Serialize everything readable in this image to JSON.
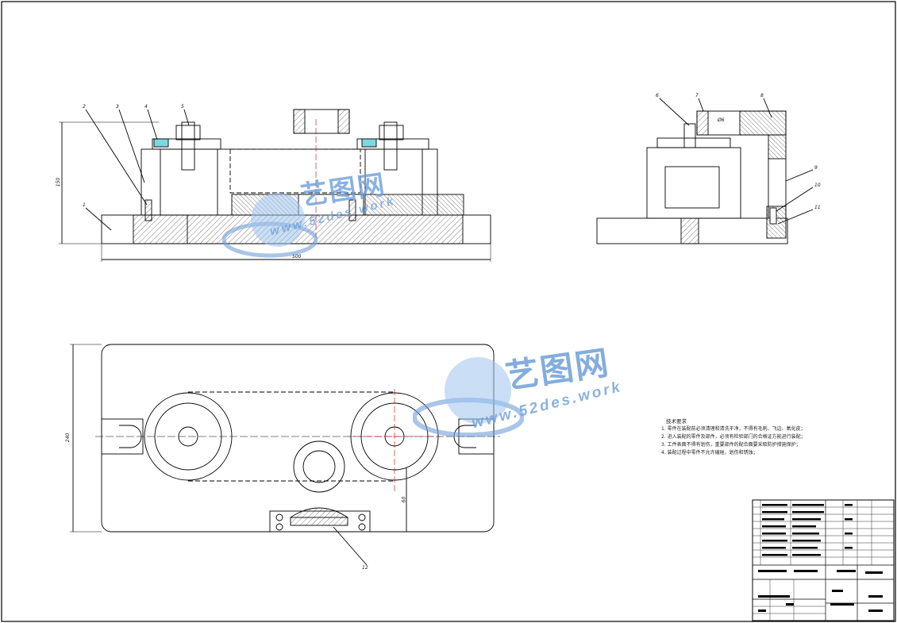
{
  "watermark": {
    "brand_cn": "艺图网",
    "url": "www.52des.work",
    "color": "#6f9fd8"
  },
  "technical_requirements": {
    "title": "技术要求",
    "items": [
      "1. 零件在装配前必须清理和清洗干净，不得有毛刺、飞边、氧化皮；",
      "2. 进入装配的零件及部件，必须有检验部门的合格证方能进行装配；",
      "3. 工件表面不得有划伤，重要部件的配合面要采取防护措施保护；",
      "4. 装配过程中零件不允许磕碰，划伤和锈蚀；"
    ]
  },
  "part_labels_front": [
    "1",
    "2",
    "3",
    "4",
    "5"
  ],
  "part_labels_side": [
    "6",
    "7",
    "8",
    "9",
    "10",
    "11"
  ],
  "part_label_top": "12",
  "dimensions": {
    "front_height": "150",
    "front_width": "500",
    "top_height": "240",
    "top_offset": "60",
    "side_bore": "Ø6"
  },
  "colors": {
    "line": "#000000",
    "hatch": "#444444",
    "center_line": "#cc0000",
    "washer_fill": "#7fd6e0"
  }
}
